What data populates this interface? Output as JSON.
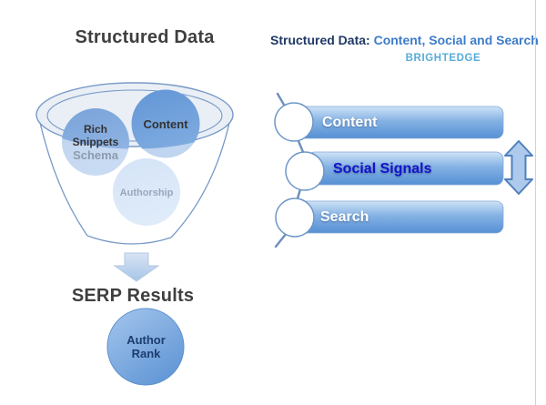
{
  "left_panel": {
    "title": "Structured Data",
    "funnel": {
      "circles": [
        {
          "label": "Rich Snippets",
          "sublabel": "Schema"
        },
        {
          "label": "Content"
        },
        {
          "label": "Authorship"
        }
      ]
    },
    "arrow_icon": "down-arrow",
    "serp_title": "SERP Results",
    "result_circle": {
      "label": "Author Rank"
    }
  },
  "right_panel": {
    "title_prefix": "Structured Data:",
    "title_highlight": " Content, Social and Search",
    "brand": "BRIGHTEDGE",
    "bars": [
      {
        "label": "Content",
        "text_color": "#ffffff"
      },
      {
        "label": "Social Signals",
        "text_color": "#1313cb"
      },
      {
        "label": "Search",
        "text_color": "#ffffff"
      }
    ],
    "updown_arrow_icon": "up-down-arrow"
  },
  "colors": {
    "title_text": "#3f3f3f",
    "navy_text": "#1f3864",
    "blue_text": "#3d7cc9",
    "brand_blue": "#57acd9",
    "bar_blue": "#5b95d6",
    "funnel_stroke": "#7699c7",
    "circle_dark_blue": "#6b9cd8",
    "circle_light_blue": "#b3cef1",
    "schema_gray": "#8c9bad",
    "authorship_gray": "#97a7be",
    "author_rank_text": "#1e3c6e",
    "arrow_fill": "#adc9eb",
    "arrow_stroke": "#4f81bd"
  }
}
